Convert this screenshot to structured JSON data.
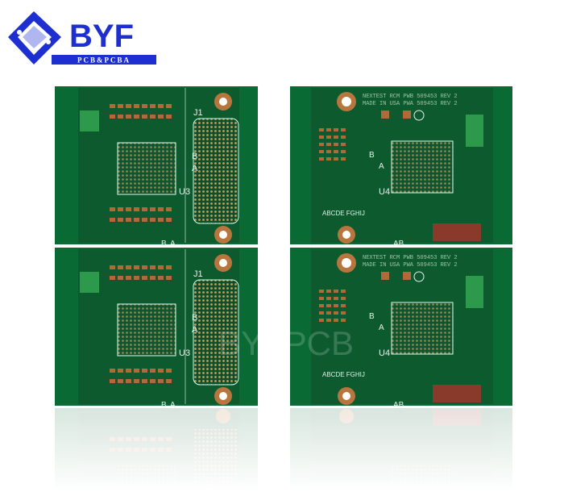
{
  "logo": {
    "brand": "BYF",
    "tagline": "PCB&PCBA",
    "color": "#1d2fd0"
  },
  "watermark": "BYFPCB",
  "left_board": {
    "connector": "J1",
    "chip": "U3",
    "label_b": "B",
    "label_a": "A"
  },
  "right_board": {
    "line1": "NEXTEST RCM PWB 509453  REV 2",
    "line2": "MADE IN USA PWA 509453  REV 2",
    "chip": "U4",
    "label_b": "B",
    "label_a": "A",
    "series": "ABCDE FGHIJ",
    "bottom_label": "AB"
  },
  "colors": {
    "solder_mask": "#0c5a2e",
    "rail": "#0a6a34",
    "copper": "#b06a3a",
    "pad": "#8a3a2a"
  }
}
